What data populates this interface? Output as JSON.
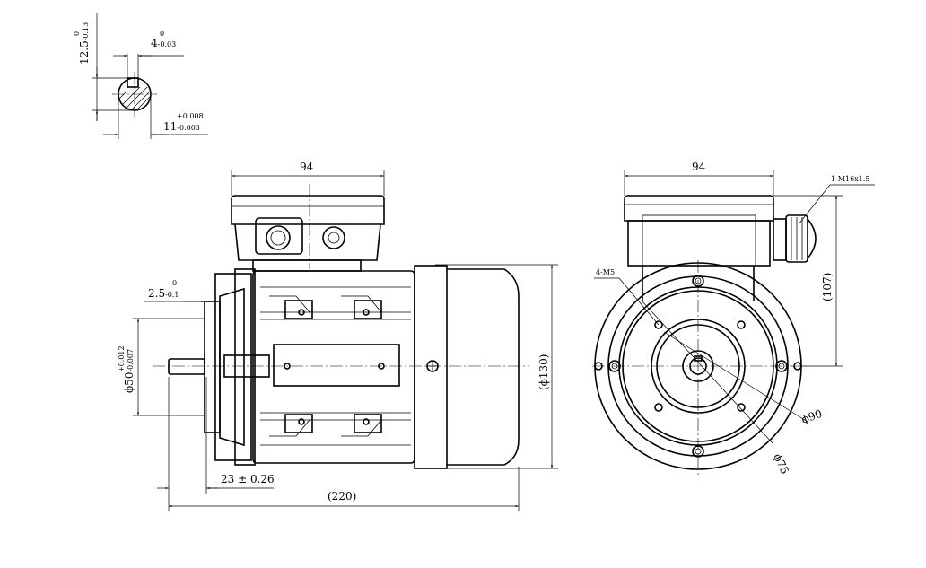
{
  "drawing": {
    "shaft_section": {
      "key_depth": {
        "nominal": "12.5",
        "upper": "0",
        "lower": "-0.13"
      },
      "key_width": {
        "nominal": "4",
        "upper": "0",
        "lower": "-0.03"
      },
      "shaft_diameter": {
        "nominal": "11",
        "upper": "+0.008",
        "lower": "-0.003"
      }
    },
    "side_view": {
      "terminal_box_width": "94",
      "flange_step": {
        "nominal": "2.5",
        "upper": "0",
        "lower": "-0.1"
      },
      "spigot_diameter": {
        "nominal": "ϕ50",
        "upper": "+0.012",
        "lower": "-0.007"
      },
      "shaft_length": "23 ± 0.26",
      "overall_length": "(220)",
      "flange_outer_diameter": "(ϕ130)"
    },
    "front_view": {
      "terminal_box_width": "94",
      "cable_gland": "1-M16x1.5",
      "mounting_holes": "4-M5",
      "shaft_height": "(107)",
      "pcd": "ϕ90",
      "pilot": "ϕ75"
    }
  }
}
